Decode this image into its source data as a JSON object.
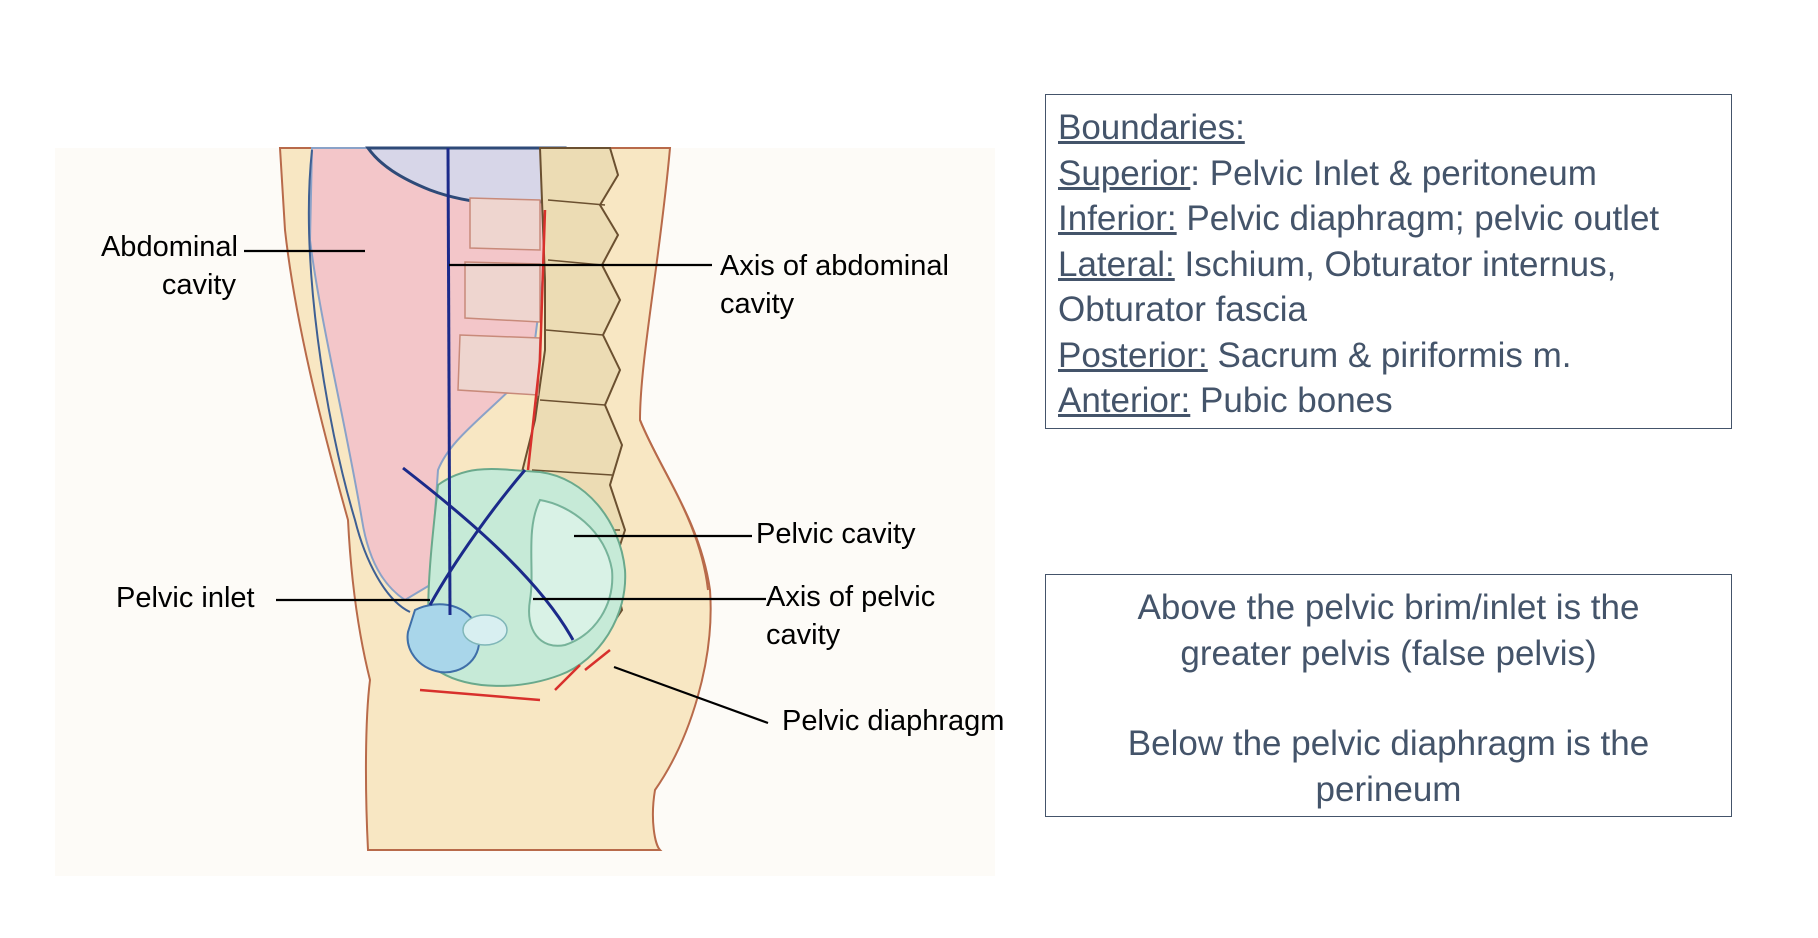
{
  "labels": {
    "abdominal_cavity": [
      "Abdominal",
      "cavity"
    ],
    "axis_abdominal": [
      "Axis of abdominal",
      "cavity"
    ],
    "pelvic_cavity": "Pelvic cavity",
    "pelvic_inlet": "Pelvic inlet",
    "axis_pelvic": [
      "Axis of pelvic",
      "cavity"
    ],
    "pelvic_diaphragm": "Pelvic diaphragm"
  },
  "boundaries": {
    "heading": "Boundaries:",
    "items": [
      {
        "term": "Superior",
        "sep": ": ",
        "text": "Pelvic Inlet & peritoneum"
      },
      {
        "term": "Inferior:",
        "sep": " ",
        "text": "Pelvic diaphragm; pelvic outlet"
      },
      {
        "term": "Lateral:",
        "sep": " ",
        "text": "Ischium, Obturator internus,"
      },
      {
        "term": "",
        "sep": "",
        "text": "Obturator fascia"
      },
      {
        "term": "Posterior:",
        "sep": " ",
        "text": "Sacrum & piriformis m."
      },
      {
        "term": "Anterior:",
        "sep": " ",
        "text": "Pubic bones"
      }
    ]
  },
  "notes": {
    "above": [
      "Above the pelvic brim/inlet is the",
      "greater pelvis (false pelvis)"
    ],
    "below": [
      "Below the pelvic diaphragm is the",
      "perineum"
    ]
  },
  "colors": {
    "abdominal_cavity": "#f3c6c9",
    "pelvic_cavity": "#c6ead7",
    "bladder": "#a9d6ea",
    "skin": "#f8e7c3",
    "spine": "#ecdcb4",
    "axis_line": "#1b2a8a",
    "peritoneum": "#d8302c",
    "text_box": "#44546a"
  }
}
